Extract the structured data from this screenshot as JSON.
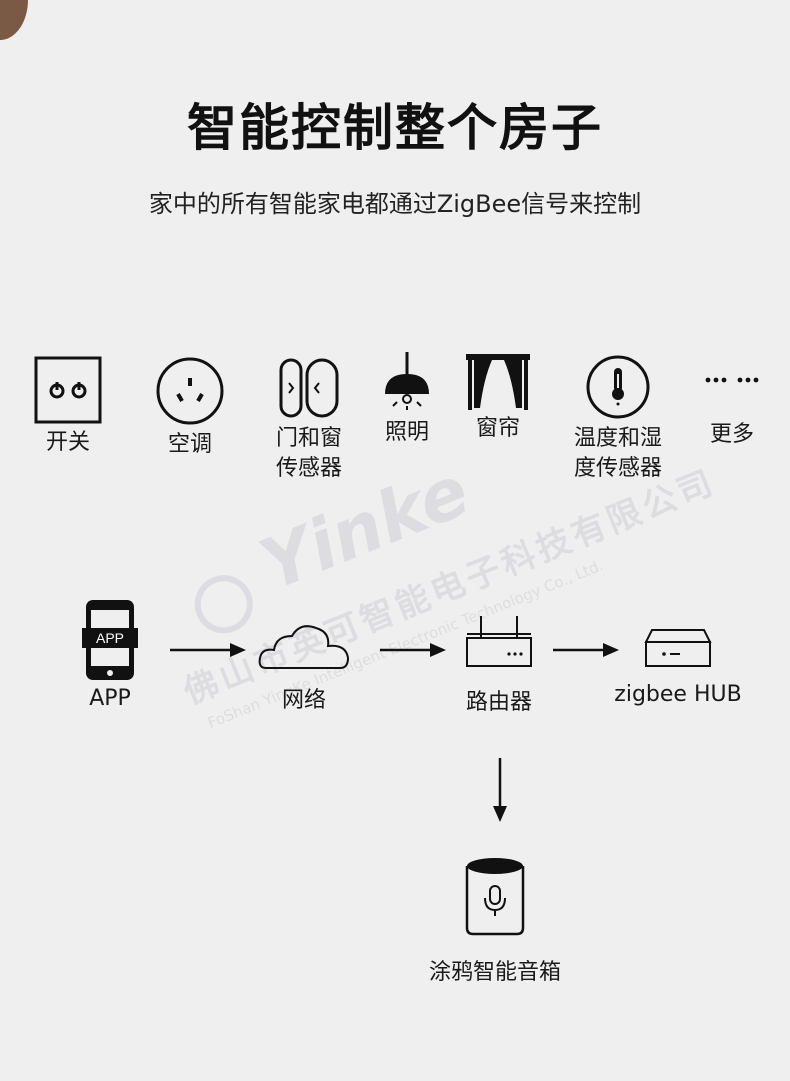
{
  "header": {
    "title": "智能控制整个房子",
    "subtitle": "家中的所有智能家电都通过ZigBee信号来控制"
  },
  "devices": [
    {
      "label": "开关",
      "icon": "switch-icon"
    },
    {
      "label": "空调",
      "icon": "air-conditioner-socket-icon"
    },
    {
      "label": "门和窗\n传感器",
      "icon": "door-window-sensor-icon"
    },
    {
      "label": "照明",
      "icon": "ceiling-lamp-icon"
    },
    {
      "label": "窗帘",
      "icon": "curtain-icon"
    },
    {
      "label": "温度和湿\n度传感器",
      "icon": "thermometer-icon"
    },
    {
      "label": "更多",
      "icon": "more-dots-icon"
    }
  ],
  "flow": {
    "app": {
      "label": "APP",
      "screen_text": "APP",
      "icon": "phone-app-icon"
    },
    "network": {
      "label": "网络",
      "icon": "cloud-icon"
    },
    "router": {
      "label": "路由器",
      "icon": "router-icon"
    },
    "hub": {
      "label": "zigbee HUB",
      "icon": "hub-icon"
    },
    "speaker": {
      "label": "涂鸦智能音箱",
      "icon": "smart-speaker-icon"
    }
  },
  "watermark": {
    "brand": "Yinke",
    "company_cn": "佛山市英可智能电子科技有限公司",
    "company_en": "FoShan YingKe Intelligent Electronic Technology Co., Ltd."
  },
  "colors": {
    "background": "#efefef",
    "icon": "#111111",
    "corner_accent": "#7a5a44"
  }
}
